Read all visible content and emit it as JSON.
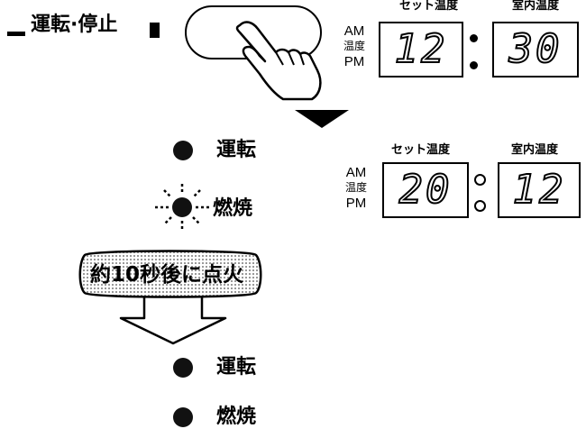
{
  "step1": {
    "button_label": "運転·停止",
    "display": {
      "set_temp_label": "セット温度",
      "room_temp_label": "室内温度",
      "am": "AM",
      "temp": "温度",
      "pm": "PM",
      "set_value": "12",
      "room_value": "30"
    }
  },
  "step2": {
    "indicators": [
      {
        "label": "運転",
        "state": "on"
      },
      {
        "label": "燃焼",
        "state": "blinking"
      }
    ],
    "display": {
      "set_temp_label": "セット温度",
      "room_temp_label": "室内温度",
      "am": "AM",
      "temp": "温度",
      "pm": "PM",
      "set_value": "20",
      "room_value": "12"
    }
  },
  "callout": {
    "text": "約10秒後に点火"
  },
  "step3": {
    "indicators": [
      {
        "label": "運転",
        "state": "on"
      },
      {
        "label": "燃焼",
        "state": "on"
      }
    ]
  }
}
